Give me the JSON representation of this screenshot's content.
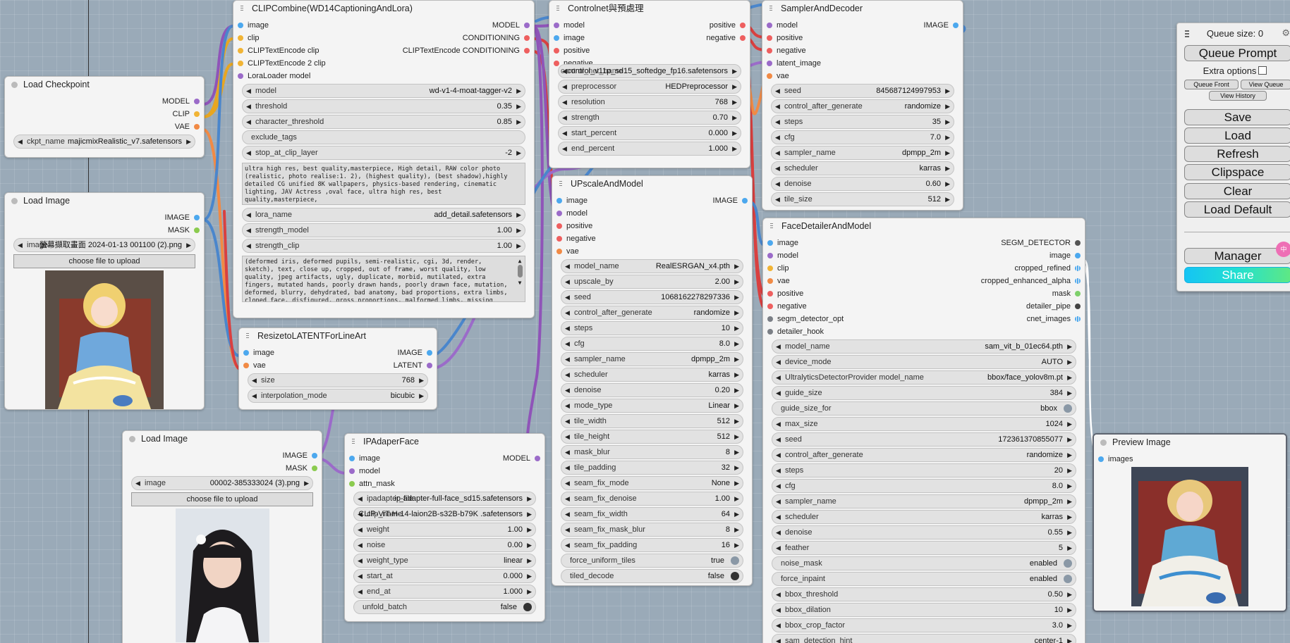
{
  "nodes": {
    "clipcombine": {
      "title": "CLIPCombine(WD14CaptioningAndLora)",
      "inputs": [
        "image",
        "clip",
        "CLIPTextEncode clip",
        "CLIPTextEncode 2 clip",
        "LoraLoader model"
      ],
      "outputs": [
        "MODEL",
        "CONDITIONING",
        "CLIPTextEncode CONDITIONING"
      ],
      "widgets": {
        "model": {
          "label": "model",
          "value": "wd-v1-4-moat-tagger-v2"
        },
        "threshold": {
          "label": "threshold",
          "value": "0.35"
        },
        "character_threshold": {
          "label": "character_threshold",
          "value": "0.85"
        },
        "exclude_tags": {
          "label": "exclude_tags"
        },
        "stop_at_clip_layer": {
          "label": "stop_at_clip_layer",
          "value": "-2"
        },
        "lora_name": {
          "label": "lora_name",
          "value": "add_detail.safetensors"
        },
        "strength_model": {
          "label": "strength_model",
          "value": "1.00"
        },
        "strength_clip": {
          "label": "strength_clip",
          "value": "1.00"
        }
      },
      "positive_prompt": "ultra high res, best quality,masterpiece, High detail, RAW color photo (realistic, photo realise:1. 2), (highest quality), (best shadow),highly detailed CG unified 8K wallpapers, physics-based rendering, cinematic lighting, JAV Actress ,oval face, ultra high res, best quality,masterpiece,",
      "negative_prompt": "(deformed iris, deformed pupils, semi-realistic, cgi, 3d, render, sketch), text, close up, cropped, out of frame, worst quality, low quality, jpeg artifacts, ugly, duplicate, morbid, mutilated, extra fingers, mutated hands, poorly drawn hands, poorly drawn face, mutation, deformed, blurry, dehydrated, bad anatomy, bad proportions, extra limbs, cloned face, disfigured, gross proportions, malformed limbs, missing arms, missing legs, extra arms, extra"
    },
    "load_checkpoint": {
      "title": "Load Checkpoint",
      "outputs": [
        "MODEL",
        "CLIP",
        "VAE"
      ],
      "ckpt_label": "ckpt_name",
      "ckpt_value": "majicmixRealistic_v7.safetensors"
    },
    "load_image_1": {
      "title": "Load Image",
      "outputs": [
        "IMAGE",
        "MASK"
      ],
      "image_label": "image",
      "image_value": "螢幕擷取畫面 2024-01-13 001100 (2).png",
      "upload_label": "choose file to upload"
    },
    "load_image_2": {
      "title": "Load Image",
      "outputs": [
        "IMAGE",
        "MASK"
      ],
      "image_label": "image",
      "image_value": "00002-385333024 (3).png",
      "upload_label": "choose file to upload"
    },
    "resize": {
      "title": "ResizetoLATENTForLineArt",
      "inputs": [
        "image",
        "vae"
      ],
      "outputs": [
        "IMAGE",
        "LATENT"
      ],
      "widgets": {
        "size": {
          "label": "size",
          "value": "768"
        },
        "interpolation_mode": {
          "label": "interpolation_mode",
          "value": "bicubic"
        }
      }
    },
    "controlnet": {
      "title": "Controlnet與預處理",
      "inputs": [
        "model",
        "image",
        "positive",
        "negative"
      ],
      "outputs": [
        "positive",
        "negative"
      ],
      "widgets": {
        "control_net_name": {
          "label": "control_net_name",
          "value": "control_v11p_sd15_softedge_fp16.safetensors"
        },
        "preprocessor": {
          "label": "preprocessor",
          "value": "HEDPreprocessor"
        },
        "resolution": {
          "label": "resolution",
          "value": "768"
        },
        "strength": {
          "label": "strength",
          "value": "0.70"
        },
        "start_percent": {
          "label": "start_percent",
          "value": "0.000"
        },
        "end_percent": {
          "label": "end_percent",
          "value": "1.000"
        }
      }
    },
    "sampler": {
      "title": "SamplerAndDecoder",
      "inputs": [
        "model",
        "positive",
        "negative",
        "latent_image",
        "vae"
      ],
      "outputs": [
        "IMAGE"
      ],
      "widgets": {
        "seed": {
          "label": "seed",
          "value": "845687124997953"
        },
        "control_after_generate": {
          "label": "control_after_generate",
          "value": "randomize"
        },
        "steps": {
          "label": "steps",
          "value": "35"
        },
        "cfg": {
          "label": "cfg",
          "value": "7.0"
        },
        "sampler_name": {
          "label": "sampler_name",
          "value": "dpmpp_2m"
        },
        "scheduler": {
          "label": "scheduler",
          "value": "karras"
        },
        "denoise": {
          "label": "denoise",
          "value": "0.60"
        },
        "tile_size": {
          "label": "tile_size",
          "value": "512"
        }
      }
    },
    "upscale": {
      "title": "UPscaleAndModel",
      "inputs": [
        "image",
        "model",
        "positive",
        "negative",
        "vae"
      ],
      "outputs": [
        "IMAGE"
      ],
      "widgets": {
        "model_name": {
          "label": "model_name",
          "value": "RealESRGAN_x4.pth"
        },
        "upscale_by": {
          "label": "upscale_by",
          "value": "2.00"
        },
        "seed": {
          "label": "seed",
          "value": "1068162278297336"
        },
        "control_after_generate": {
          "label": "control_after_generate",
          "value": "randomize"
        },
        "steps": {
          "label": "steps",
          "value": "10"
        },
        "cfg": {
          "label": "cfg",
          "value": "8.0"
        },
        "sampler_name": {
          "label": "sampler_name",
          "value": "dpmpp_2m"
        },
        "scheduler": {
          "label": "scheduler",
          "value": "karras"
        },
        "denoise": {
          "label": "denoise",
          "value": "0.20"
        },
        "mode_type": {
          "label": "mode_type",
          "value": "Linear"
        },
        "tile_width": {
          "label": "tile_width",
          "value": "512"
        },
        "tile_height": {
          "label": "tile_height",
          "value": "512"
        },
        "mask_blur": {
          "label": "mask_blur",
          "value": "8"
        },
        "tile_padding": {
          "label": "tile_padding",
          "value": "32"
        },
        "seam_fix_mode": {
          "label": "seam_fix_mode",
          "value": "None"
        },
        "seam_fix_denoise": {
          "label": "seam_fix_denoise",
          "value": "1.00"
        },
        "seam_fix_width": {
          "label": "seam_fix_width",
          "value": "64"
        },
        "seam_fix_mask_blur": {
          "label": "seam_fix_mask_blur",
          "value": "8"
        },
        "seam_fix_padding": {
          "label": "seam_fix_padding",
          "value": "16"
        },
        "force_uniform_tiles": {
          "label": "force_uniform_tiles",
          "value": "true"
        },
        "tiled_decode": {
          "label": "tiled_decode",
          "value": "false"
        }
      }
    },
    "ipadapter": {
      "title": "IPAdaperFace",
      "inputs": [
        "image",
        "model",
        "attn_mask"
      ],
      "outputs": [
        "MODEL"
      ],
      "widgets": {
        "ipadapter_file": {
          "label": "ipadapter_file",
          "value": "ip-adapter-full-face_sd15.safetensors"
        },
        "clip_name": {
          "label": "clip_name",
          "value": "CLIP-ViT-H-14-laion2B-s32B-b79K .safetensors"
        },
        "weight": {
          "label": "weight",
          "value": "1.00"
        },
        "noise": {
          "label": "noise",
          "value": "0.00"
        },
        "weight_type": {
          "label": "weight_type",
          "value": "linear"
        },
        "start_at": {
          "label": "start_at",
          "value": "0.000"
        },
        "end_at": {
          "label": "end_at",
          "value": "1.000"
        },
        "unfold_batch": {
          "label": "unfold_batch",
          "value": "false"
        }
      }
    },
    "facedetailer": {
      "title": "FaceDetailerAndModel",
      "inputs": [
        "image",
        "model",
        "clip",
        "vae",
        "positive",
        "negative",
        "segm_detector_opt",
        "detailer_hook"
      ],
      "outputs": [
        "SEGM_DETECTOR",
        "image",
        "cropped_refined",
        "cropped_enhanced_alpha",
        "mask",
        "detailer_pipe",
        "cnet_images"
      ],
      "widgets": {
        "model_name": {
          "label": "model_name",
          "value": "sam_vit_b_01ec64.pth"
        },
        "device_mode": {
          "label": "device_mode",
          "value": "AUTO"
        },
        "detector_model": {
          "label": "UltralyticsDetectorProvider model_name",
          "value": "bbox/face_yolov8m.pt"
        },
        "guide_size": {
          "label": "guide_size",
          "value": "384"
        },
        "guide_size_for": {
          "label": "guide_size_for",
          "value": "bbox"
        },
        "max_size": {
          "label": "max_size",
          "value": "1024"
        },
        "seed": {
          "label": "seed",
          "value": "172361370855077"
        },
        "control_after_generate": {
          "label": "control_after_generate",
          "value": "randomize"
        },
        "steps": {
          "label": "steps",
          "value": "20"
        },
        "cfg": {
          "label": "cfg",
          "value": "8.0"
        },
        "sampler_name": {
          "label": "sampler_name",
          "value": "dpmpp_2m"
        },
        "scheduler": {
          "label": "scheduler",
          "value": "karras"
        },
        "denoise": {
          "label": "denoise",
          "value": "0.55"
        },
        "feather": {
          "label": "feather",
          "value": "5"
        },
        "noise_mask": {
          "label": "noise_mask",
          "value": "enabled"
        },
        "force_inpaint": {
          "label": "force_inpaint",
          "value": "enabled"
        },
        "bbox_threshold": {
          "label": "bbox_threshold",
          "value": "0.50"
        },
        "bbox_dilation": {
          "label": "bbox_dilation",
          "value": "10"
        },
        "bbox_crop_factor": {
          "label": "bbox_crop_factor",
          "value": "3.0"
        },
        "sam_detection_hint": {
          "label": "sam_detection_hint",
          "value": "center-1"
        }
      }
    },
    "preview": {
      "title": "Preview Image",
      "inputs": [
        "images"
      ]
    }
  },
  "menu": {
    "queue_size": "Queue size: 0",
    "queue_prompt": "Queue Prompt",
    "extra_options": "Extra options",
    "queue_front": "Queue Front",
    "view_queue": "View Queue",
    "view_history": "View History",
    "save": "Save",
    "load": "Load",
    "refresh": "Refresh",
    "clipspace": "Clipspace",
    "clear": "Clear",
    "load_default": "Load Default",
    "manager": "Manager",
    "share": "Share",
    "badge": "中"
  },
  "colors": {
    "IMAGE": "#4ca8ee",
    "CLIP": "#f1b435",
    "CONDITIONING": "#ee5f5f",
    "MODEL": "#9b6bc9",
    "VAE": "#f18a45",
    "MASK": "#8bcb4f",
    "LATENT": "#e066c6",
    "wire_model": "#8f54b8",
    "wire_image": "#4a86cc",
    "wire_cond": "#d94040",
    "wire_clip": "#e8a620"
  }
}
